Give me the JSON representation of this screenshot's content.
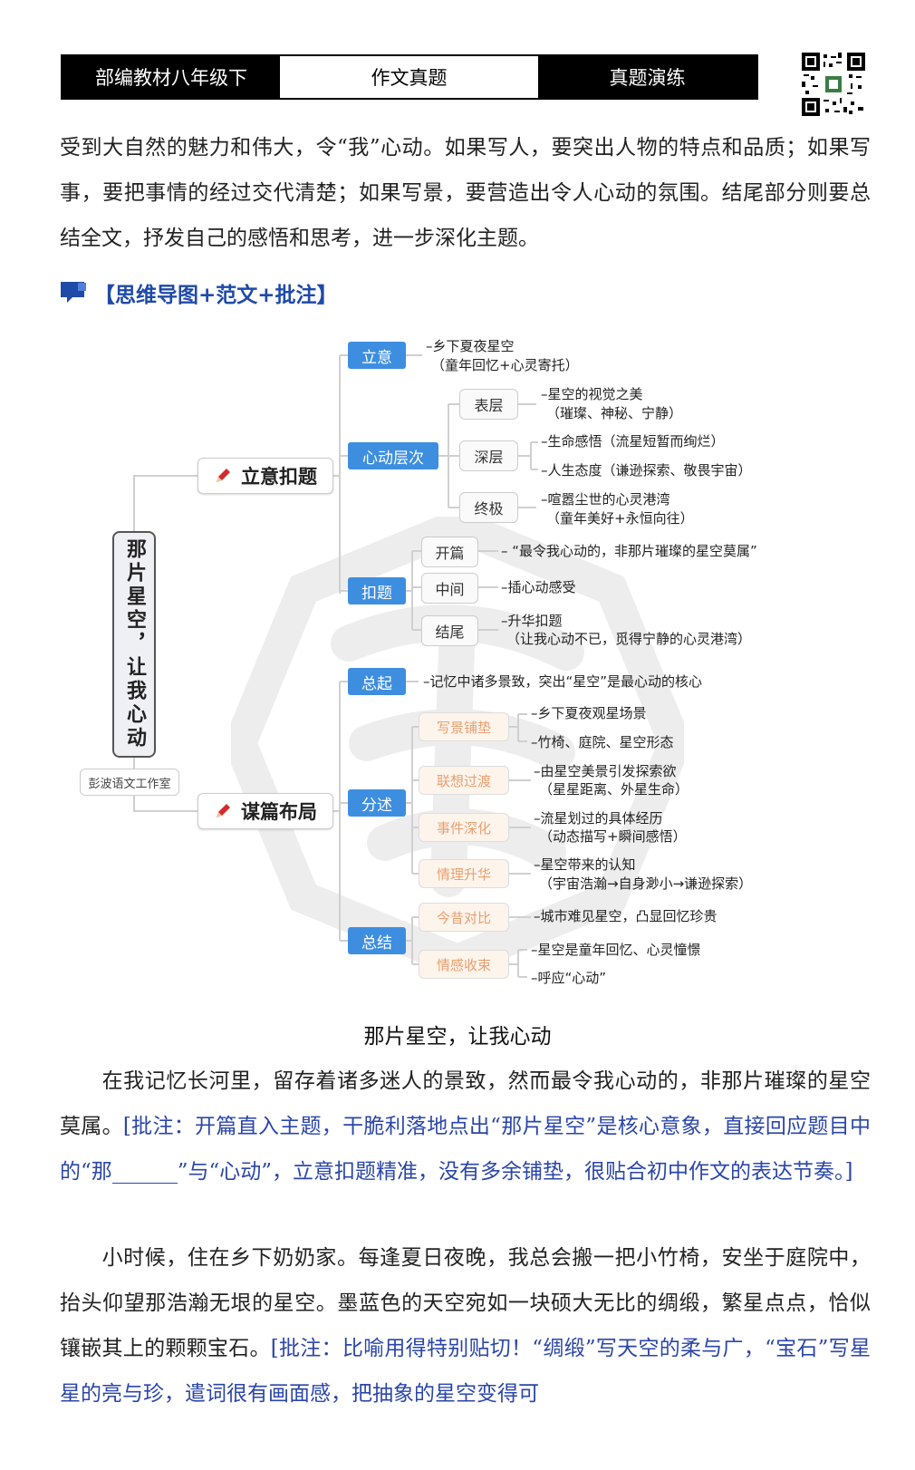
{
  "header": {
    "cell1": "部编教材八年级下",
    "cell2": "作文真题",
    "cell3": "真题演练"
  },
  "intro": "受到大自然的魅力和伟大，令“我”心动。如果写人，要突出人物的特点和品质；如果写事，要把事情的经过交代清楚；如果写景，要营造出令人心动的氛围。结尾部分则要总结全文，抒发自己的感悟和思考，进一步深化主题。",
  "section_title": "【思维导图+范文+批注】",
  "mindmap": {
    "root": "那片星空，让我心动",
    "studio": "彭波语文工作室",
    "branch1": {
      "label": "立意扣题",
      "liyi": {
        "label": "立意",
        "leaf1": "–乡下夏夜星空",
        "leaf2": "（童年回忆+心灵寄托）"
      },
      "xindong": {
        "label": "心动层次",
        "biaoceng": {
          "label": "表层",
          "leaf1": "–星空的视觉之美",
          "leaf2": "（璀璨、神秘、宁静）"
        },
        "shenceng": {
          "label": "深层",
          "leaf1": "–生命感悟（流星短暂而绚烂）",
          "leaf2": "–人生态度（谦逊探索、敬畏宇宙）"
        },
        "zhongji": {
          "label": "终极",
          "leaf1": "–喧嚣尘世的心灵港湾",
          "leaf2": "（童年美好+永恒向往）"
        }
      },
      "kouti": {
        "label": "扣题",
        "kaipian": {
          "label": "开篇",
          "leaf1": "– “最令我心动的，非那片璀璨的星空莫属”"
        },
        "zhongjian": {
          "label": "中间",
          "leaf1": "–插心动感受"
        },
        "jiewei": {
          "label": "结尾",
          "leaf1": "–升华扣题",
          "leaf2": "（让我心动不已，觅得宁静的心灵港湾）"
        }
      }
    },
    "branch2": {
      "label": "谋篇布局",
      "zongqi": {
        "label": "总起",
        "leaf1": "–记忆中诸多景致，突出“星空”是最心动的核心"
      },
      "fenshu": {
        "label": "分述",
        "xiejing": {
          "label": "写景铺垫",
          "leaf1": "–乡下夏夜观星场景",
          "leaf2": "–竹椅、庭院、星空形态"
        },
        "lianxiang": {
          "label": "联想过渡",
          "leaf1": "–由星空美景引发探索欲",
          "leaf2": "（星星距离、外星生命）"
        },
        "shijian": {
          "label": "事件深化",
          "leaf1": "–流星划过的具体经历",
          "leaf2": "（动态描写+瞬间感悟）"
        },
        "qingli": {
          "label": "情理升华",
          "leaf1": "–星空带来的认知",
          "leaf2": "（宇宙浩瀚→自身渺小→谦逊探索）"
        }
      },
      "zongjie": {
        "label": "总结",
        "jinxi": {
          "label": "今昔对比",
          "leaf1": "–城市难见星空，凸显回忆珍贵"
        },
        "qinggan": {
          "label": "情感收束",
          "leaf1": "–星空是童年回忆、心灵憧憬",
          "leaf2": "–呼应“心动”"
        }
      }
    }
  },
  "essay": {
    "title": "那片星空，让我心动",
    "p1_text": "在我记忆长河里，留存着诸多迷人的景致，然而最令我心动的，非那片璀璨的星空莫属。",
    "p1_note_a": "[批注：开篇直入主题，干脆利落地点出“那片星空”是核心意象，直接回应题目中的“那",
    "p1_note_b": "”与“心动”，立意扣题精准，没有多余铺垫，很贴合初中作文的表达节奏。]",
    "p2_text": "小时候，住在乡下奶奶家。每逢夏日夜晚，我总会搬一把小竹椅，安坐于庭院中，抬头仰望那浩瀚无垠的星空。墨蓝色的天空宛如一块硕大无比的绸缎，繁星点点，恰似镶嵌其上的颗颗宝石。",
    "p2_note": "[批注：比喻用得特别贴切！“绸缎”写天空的柔与广，“宝石”写星星的亮与珍，遣词很有画面感，把抽象的星空变得可"
  }
}
